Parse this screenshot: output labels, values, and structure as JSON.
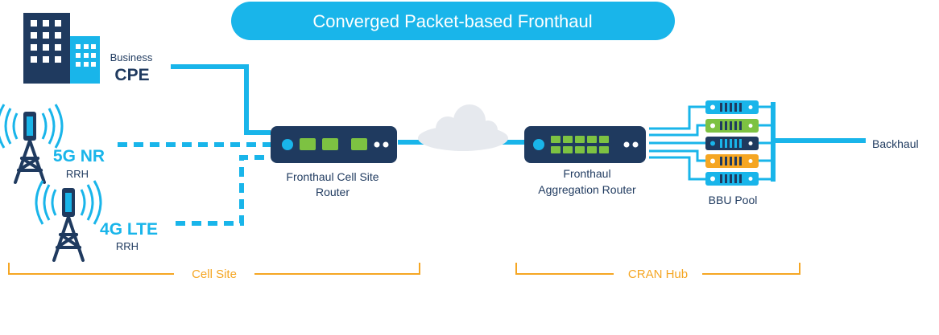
{
  "title": "Converged Packet-based Fronthaul",
  "nodes": {
    "cpe": {
      "caption": "Business",
      "label": "CPE"
    },
    "nr": {
      "tech": "5G NR",
      "caption": "RRH"
    },
    "lte": {
      "tech": "4G LTE",
      "caption": "RRH"
    },
    "cell_router": {
      "line1": "Fronthaul Cell Site",
      "line2": "Router"
    },
    "agg_router": {
      "line1": "Fronthaul",
      "line2": "Aggregation Router"
    },
    "bbu_pool": {
      "label": "BBU Pool"
    },
    "backhaul": {
      "label": "Backhaul"
    }
  },
  "zones": {
    "cell_site": "Cell Site",
    "cran_hub": "CRAN Hub"
  },
  "colors": {
    "accent": "#19b5ea",
    "navy": "#1f3a5f",
    "green": "#7dc242",
    "orange": "#f5a623",
    "cloud": "#e6e9ee"
  }
}
